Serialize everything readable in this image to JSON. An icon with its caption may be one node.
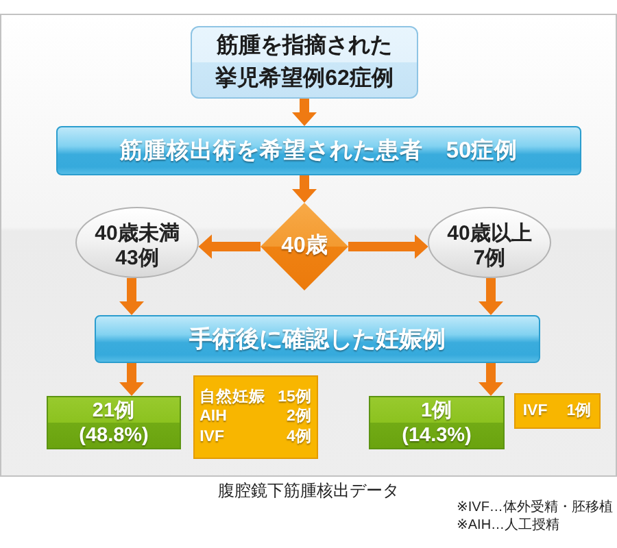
{
  "diagram": {
    "caption": "腹腔鏡下筋腫核出データ",
    "nodes": [
      {
        "text": [
          "筋腫を指摘された挙児希望例62症例"
        ]
      },
      {
        "text": [
          "筋腫核出術を希望された患者　50症例"
        ]
      },
      {
        "text": [
          "40歳未満",
          "43例"
        ]
      },
      {
        "text": [
          "40歳"
        ]
      },
      {
        "text": [
          "40歳以上",
          "7例"
        ]
      },
      {
        "text": [
          "手術後に確認した妊娠例"
        ]
      },
      {
        "text": [
          "21例",
          "(48.8%)"
        ]
      },
      {
        "text": [
          "自然妊娠",
          "15例",
          "AIH",
          "2例",
          "IVF",
          "4例"
        ]
      },
      {
        "text": [
          "1例",
          "(14.3%)"
        ]
      },
      {
        "text": [
          "IVF",
          "1例"
        ]
      }
    ],
    "edges": [
      {
        "from": 0,
        "to": 1,
        "arrow": "to"
      },
      {
        "from": 1,
        "to": 3,
        "arrow": "to"
      },
      {
        "from": 3,
        "to": 2,
        "arrow": "to"
      },
      {
        "from": 3,
        "to": 4,
        "arrow": "to"
      },
      {
        "from": 2,
        "to": 5,
        "arrow": "to"
      },
      {
        "from": 4,
        "to": 5,
        "arrow": "to"
      },
      {
        "from": 5,
        "to": 6,
        "arrow": "to"
      },
      {
        "from": 5,
        "to": 8,
        "arrow": "to"
      }
    ],
    "labels": [
      "※IVF…体外受精・胚移植",
      "※AIH…人工授精"
    ]
  }
}
